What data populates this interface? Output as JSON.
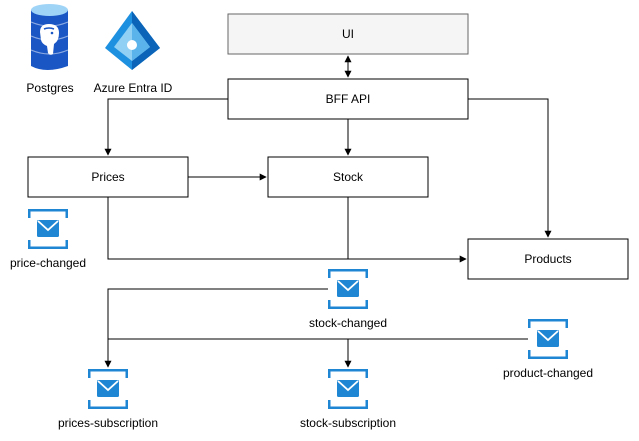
{
  "nodes": {
    "ui": "UI",
    "bff_api": "BFF API",
    "prices": "Prices",
    "stock": "Stock",
    "products": "Products"
  },
  "icons": {
    "postgres": {
      "label": "Postgres",
      "icon": "postgresql-elephant-icon",
      "color": "#2f6fe0"
    },
    "azure_entra_id": {
      "label": "Azure Entra ID",
      "icon": "azure-entra-id-icon",
      "color": "#1e90e0"
    }
  },
  "queues": {
    "price_changed": "price-changed",
    "stock_changed": "stock-changed",
    "product_changed": "product-changed",
    "prices_subscription": "prices-subscription",
    "stock_subscription": "stock-subscription"
  },
  "colors": {
    "queue_blue": "#1f86d4",
    "queue_icon": "envelope-queue-icon"
  }
}
